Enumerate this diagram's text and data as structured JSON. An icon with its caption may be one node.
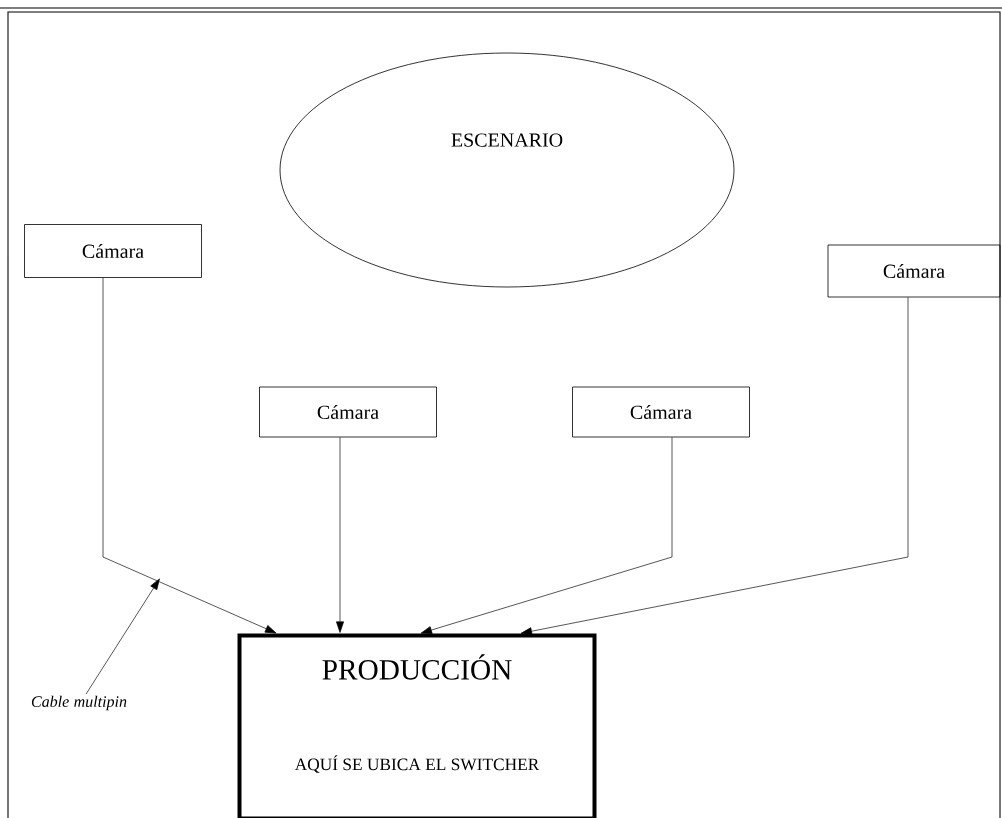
{
  "diagram": {
    "nodes": [
      {
        "text": [
          "ESCENARIO"
        ]
      },
      {
        "text": [
          "Cámara"
        ]
      },
      {
        "text": [
          "Cámara"
        ]
      },
      {
        "text": [
          "Cámara"
        ]
      },
      {
        "text": [
          "Cámara"
        ]
      },
      {
        "text": [
          "PRODUCCIÓN",
          "AQUÍ SE UBICA EL SWITCHER"
        ]
      },
      {
        "text": [
          "Cable multipin"
        ]
      }
    ],
    "edges": [
      {
        "from": 1,
        "to": 5,
        "arrow": "to"
      },
      {
        "from": 2,
        "to": 5,
        "arrow": "to"
      },
      {
        "from": 3,
        "to": 5,
        "arrow": "to"
      },
      {
        "from": 4,
        "to": 5,
        "arrow": "to"
      },
      {
        "from": 6,
        "to": null,
        "arrow": "to"
      }
    ]
  }
}
